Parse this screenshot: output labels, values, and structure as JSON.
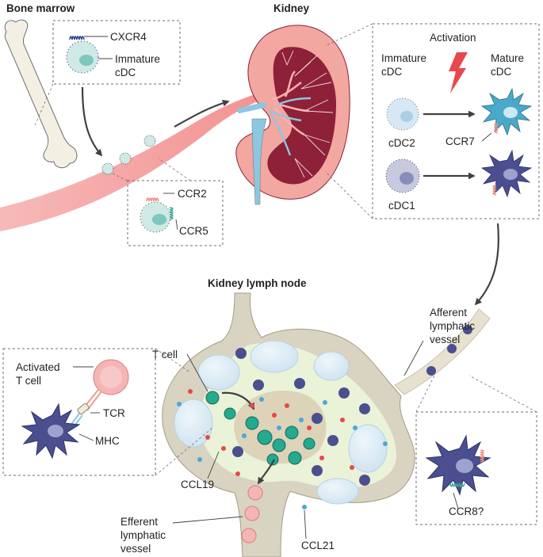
{
  "titles": {
    "bone_marrow": "Bone marrow",
    "kidney": "Kidney",
    "kidney_lymph_node": "Kidney lymph node"
  },
  "labels": {
    "cxcr4": "CXCR4",
    "immature_cdc_line1": "Immature",
    "immature_cdc_line2": "cDC",
    "ccr2": "CCR2",
    "ccr5": "CCR5",
    "activation": "Activation",
    "panel_immature_line1": "Immature",
    "panel_immature_line2": "cDC",
    "mature_line1": "Mature",
    "mature_line2": "cDC",
    "cdc2": "cDC2",
    "cdc1": "cDC1",
    "ccr7": "CCR7",
    "t_cell": "T cell",
    "activated_line1": "Activated",
    "activated_line2": "T cell",
    "tcr": "TCR",
    "mhc": "MHC",
    "ccl19": "CCL19",
    "ccl21": "CCL21",
    "afferent_line1": "Afferent",
    "afferent_line2": "lymphatic",
    "afferent_line3": "vessel",
    "efferent_line1": "Efferent",
    "efferent_line2": "lymphatic",
    "efferent_line3": "vessel",
    "ccr8": "CCR8?"
  },
  "colors": {
    "immature_cdc": "#cfe9e6",
    "cdc2_immature": "#d6e8f4",
    "cdc2_mature": "#4aa8c8",
    "cdc1_immature": "#c7c9df",
    "cdc1_mature": "#4b4f8f",
    "t_cell": "#25a98f",
    "activated_t_cell": "#f6b5b5",
    "blood_vessel": "#f4a6a6",
    "kidney": "#f2a7a0",
    "kidney_medulla": "#8e2038",
    "lymph_node_stroma": "#d9d3c1",
    "follicle": "#d9ebf5",
    "activation_bolt": "#e8474c",
    "ccl19_dot": "#e8474c",
    "ccl21_dot": "#4aa8d8",
    "receptor_ccr2_ccr7": "#ef8f86",
    "receptor_cxcr4": "#2b3d8f",
    "receptor_ccr5_ccr8": "#3aa79a"
  }
}
